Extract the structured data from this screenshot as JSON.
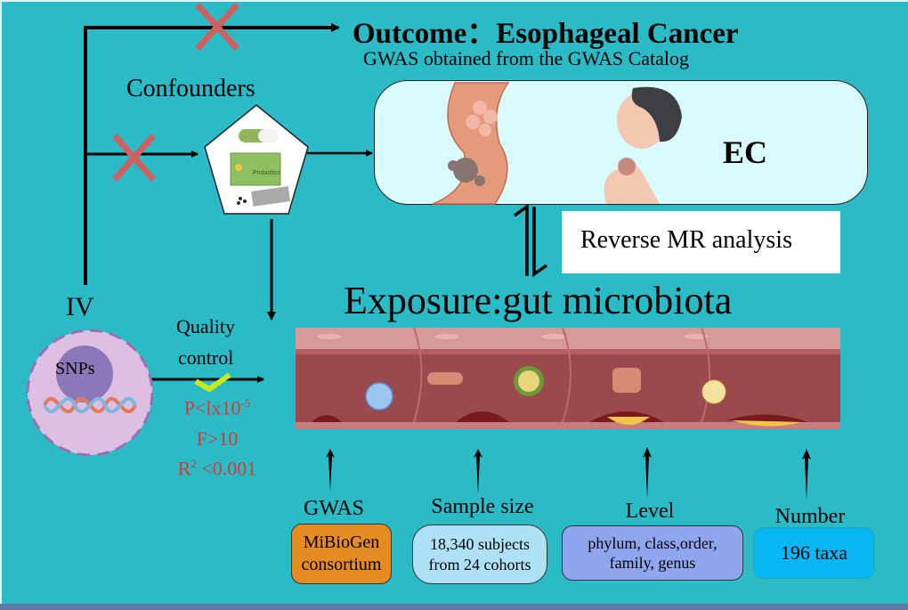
{
  "title": "Outcome：Esophageal Cancer",
  "subtitle": "GWAS obtained from the GWAS Catalog",
  "confounders": {
    "label": "Confounders",
    "icon": "probiotics-icon",
    "package_text": "Probiotics"
  },
  "outcome_box": {
    "label": "EC",
    "illustrations": [
      "esophagus-tumor-icon",
      "patient-neck-tumor-icon"
    ],
    "background": "#d9fbfd"
  },
  "reverse_mr": {
    "label": "Reverse MR  analysis"
  },
  "exposure": {
    "label": "Exposure:gut microbiota",
    "illustration": "intestine-microbiota-icon"
  },
  "instrument": {
    "label": "IV",
    "cell_label": "SNPs",
    "icon": "cell-dna-icon"
  },
  "quality_control": {
    "line1": "Quality",
    "line2": "control",
    "check_icon": "checkmark-icon",
    "criteria": [
      "P<lx10",
      "F>10",
      "R",
      " <0.001"
    ],
    "p_exponent": "-5",
    "r_exponent": "2",
    "criteria_color": "#d63a35"
  },
  "blocked_paths_icon": "cross-icon",
  "details": [
    {
      "heading": "GWAS",
      "lines": [
        "MiBioGen",
        "consortium"
      ],
      "color": "#e48b22"
    },
    {
      "heading": "Sample size",
      "lines": [
        "18,340 subjects",
        "from 24 cohorts"
      ],
      "color": "#aee0f6"
    },
    {
      "heading": "Level",
      "lines": [
        "phylum, class,order,",
        "family, genus"
      ],
      "color": "#8fa6ef"
    },
    {
      "heading": "Number",
      "lines": [
        "196 taxa"
      ],
      "color": "#09b6f4"
    }
  ],
  "colors": {
    "background": "#2abbc7",
    "cross": "#cf6060",
    "check": "#c5ea1a",
    "bottom_bar": "#6478a6"
  }
}
